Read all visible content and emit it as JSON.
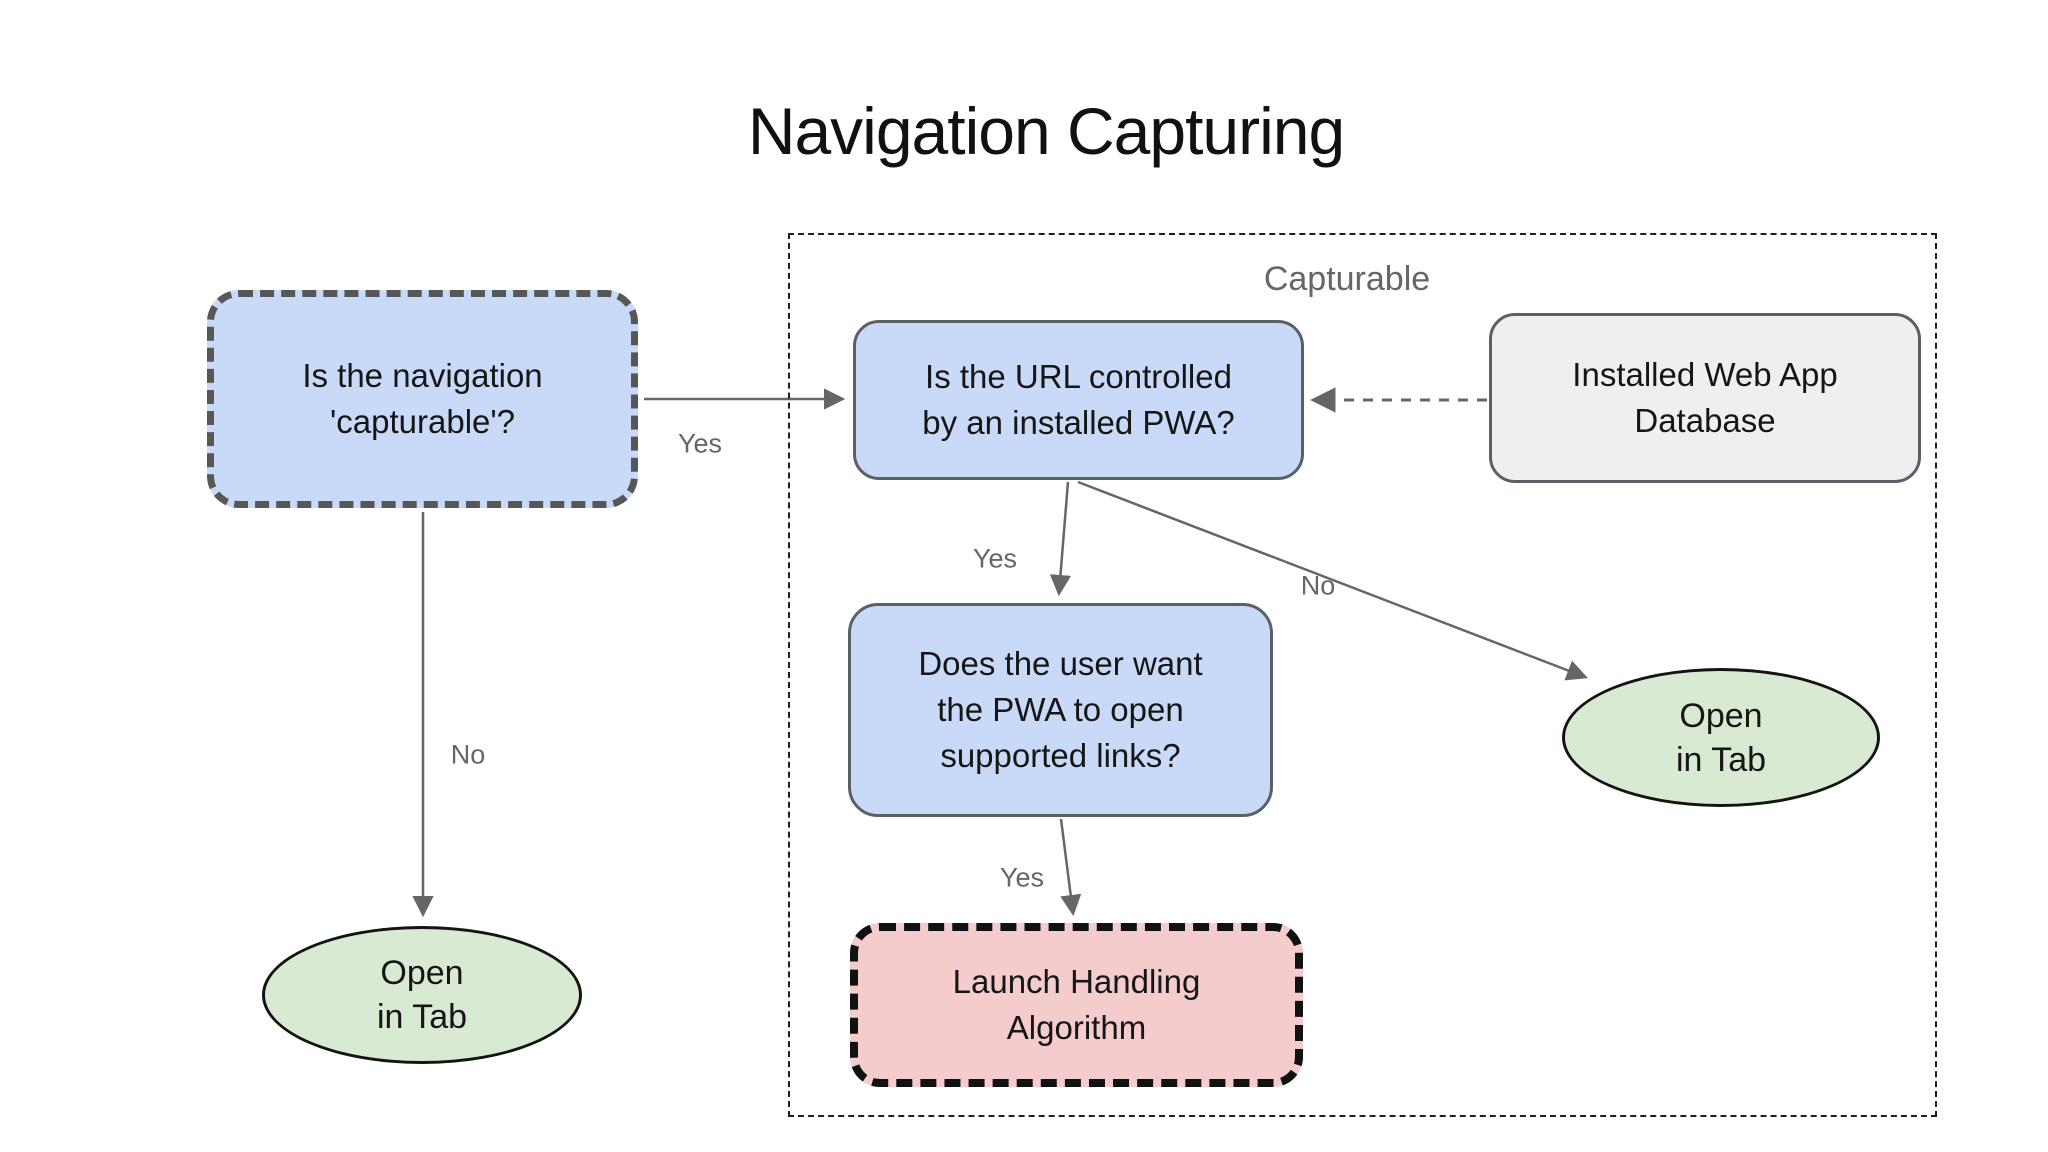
{
  "title": "Navigation Capturing",
  "colors": {
    "blue_fill": "#c9daf8",
    "green_fill": "#d9ead3",
    "pink_fill": "#f4cccc",
    "gray_fill": "#efefef",
    "dark_dash_border": "#575757",
    "black_dash_border": "#111111",
    "gray_border": "#5b5f66",
    "arrow_gray": "#666666",
    "label_gray": "#666666"
  },
  "group": {
    "label": "Capturable"
  },
  "nodes": {
    "capturable_question": {
      "text": "Is the navigation\n'capturable'?"
    },
    "url_controlled": {
      "text": "Is the URL controlled\nby an installed PWA?"
    },
    "installed_db": {
      "text": "Installed Web App\nDatabase"
    },
    "user_want": {
      "text": "Does the user want\nthe PWA to open\nsupported links?"
    },
    "open_tab_left": {
      "text": "Open\nin Tab"
    },
    "open_tab_right": {
      "text": "Open\nin Tab"
    },
    "launch_handling": {
      "text": "Launch Handling\nAlgorithm"
    }
  },
  "edge_labels": {
    "capturable_yes": "Yes",
    "capturable_no": "No",
    "url_yes": "Yes",
    "url_no": "No",
    "user_yes": "Yes"
  }
}
